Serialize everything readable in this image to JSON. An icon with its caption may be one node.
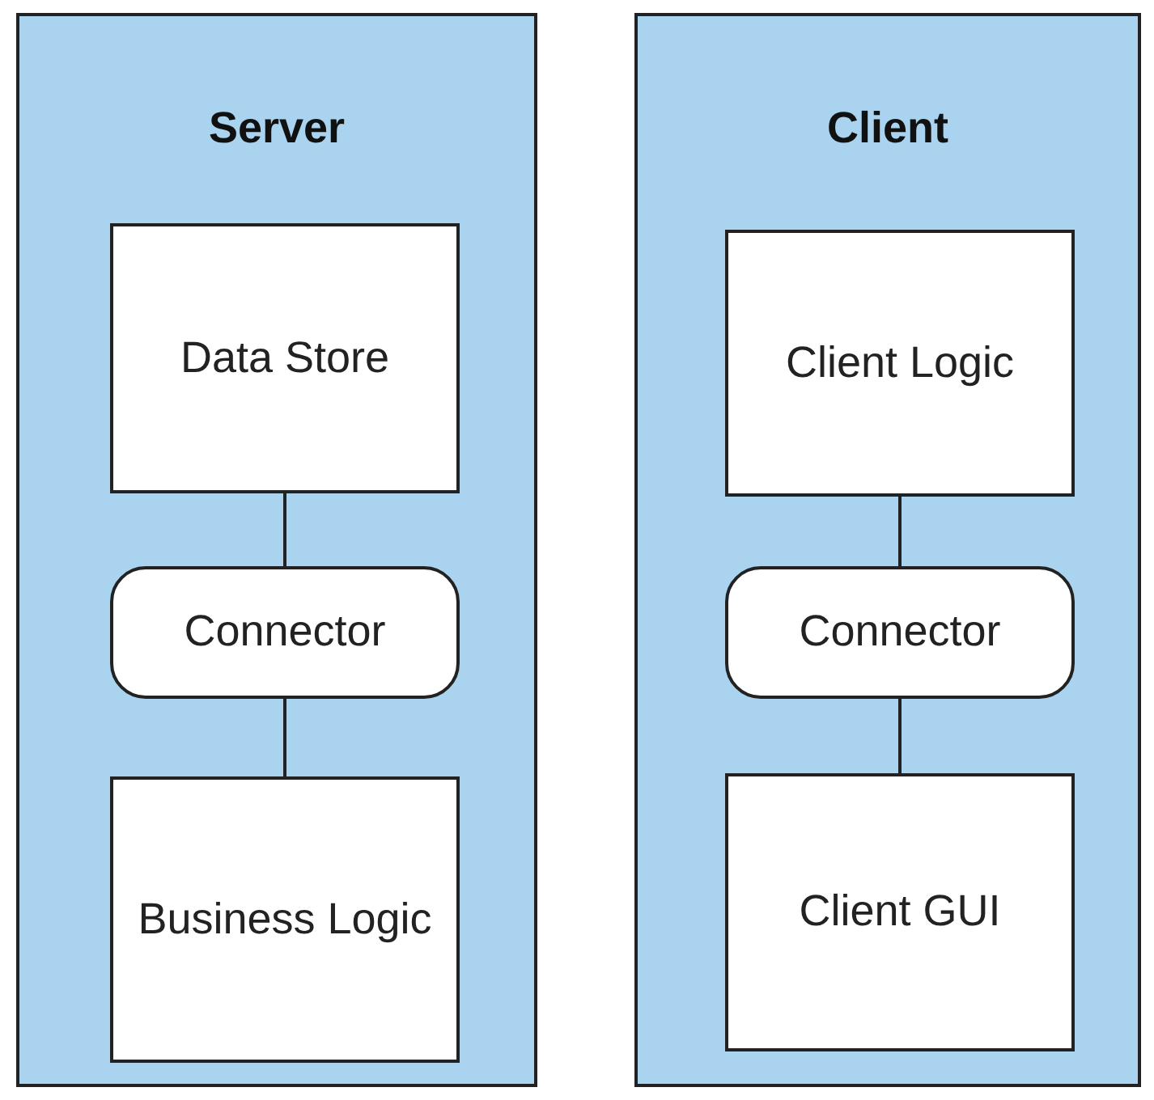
{
  "diagram": {
    "nodes": [
      {
        "text": [
          "Server"
        ]
      },
      {
        "text": [
          "Data Store"
        ],
        "in": 0
      },
      {
        "text": [
          "Connector"
        ],
        "in": 0
      },
      {
        "text": [
          "Business Logic"
        ],
        "in": 0
      },
      {
        "text": [
          "Client"
        ]
      },
      {
        "text": [
          "Client Logic"
        ],
        "in": 4
      },
      {
        "text": [
          "Connector"
        ],
        "in": 4
      },
      {
        "text": [
          "Client GUI"
        ],
        "in": 4
      }
    ],
    "edges": [
      {
        "from": 1,
        "to": 2,
        "arrow": "none"
      },
      {
        "from": 2,
        "to": 3,
        "arrow": "none"
      },
      {
        "from": 5,
        "to": 6,
        "arrow": "none"
      },
      {
        "from": 6,
        "to": 7,
        "arrow": "none"
      }
    ]
  }
}
